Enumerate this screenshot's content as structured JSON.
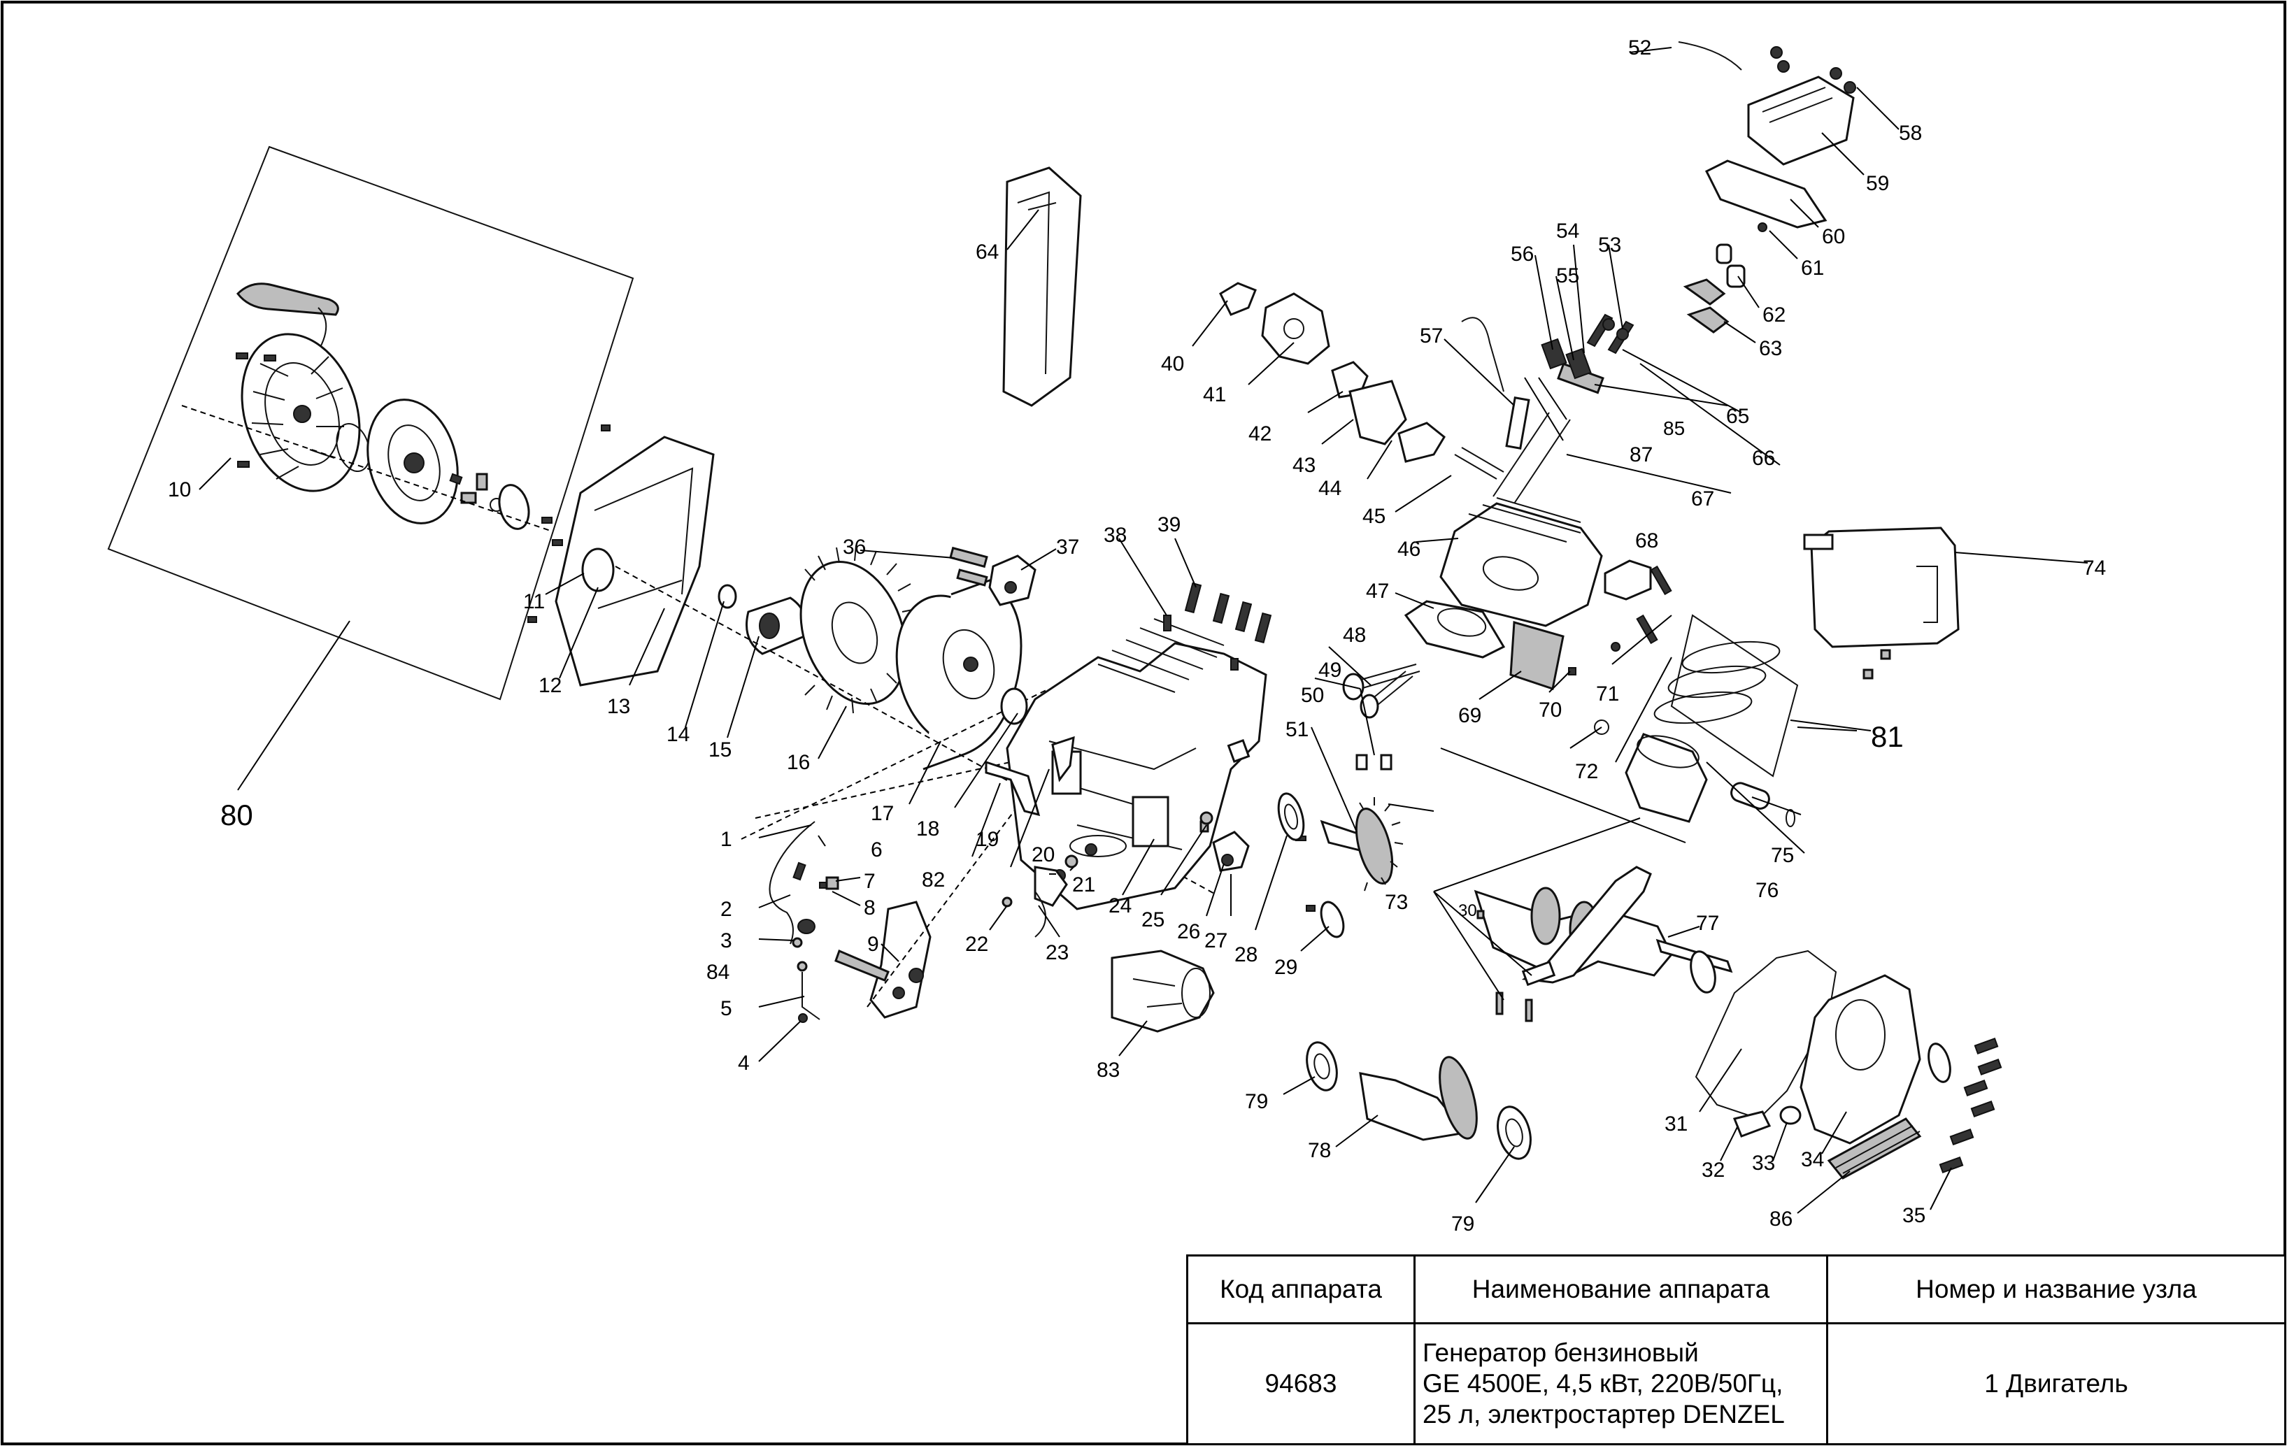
{
  "diagram": {
    "labels": [
      {
        "id": "1",
        "text": "1"
      },
      {
        "id": "2",
        "text": "2"
      },
      {
        "id": "3",
        "text": "3"
      },
      {
        "id": "4",
        "text": "4"
      },
      {
        "id": "5",
        "text": "5"
      },
      {
        "id": "6",
        "text": "6"
      },
      {
        "id": "7",
        "text": "7"
      },
      {
        "id": "8",
        "text": "8"
      },
      {
        "id": "9",
        "text": "9"
      },
      {
        "id": "10",
        "text": "10"
      },
      {
        "id": "11",
        "text": "11"
      },
      {
        "id": "12",
        "text": "12"
      },
      {
        "id": "13",
        "text": "13"
      },
      {
        "id": "14",
        "text": "14"
      },
      {
        "id": "15",
        "text": "15"
      },
      {
        "id": "16",
        "text": "16"
      },
      {
        "id": "17",
        "text": "17"
      },
      {
        "id": "18",
        "text": "18"
      },
      {
        "id": "19",
        "text": "19"
      },
      {
        "id": "20",
        "text": "20"
      },
      {
        "id": "21",
        "text": "21"
      },
      {
        "id": "22",
        "text": "22"
      },
      {
        "id": "23",
        "text": "23"
      },
      {
        "id": "24",
        "text": "24"
      },
      {
        "id": "25",
        "text": "25"
      },
      {
        "id": "26",
        "text": "26"
      },
      {
        "id": "27",
        "text": "27"
      },
      {
        "id": "28",
        "text": "28"
      },
      {
        "id": "29",
        "text": "29"
      },
      {
        "id": "30",
        "text": "30"
      },
      {
        "id": "31",
        "text": "31"
      },
      {
        "id": "32",
        "text": "32"
      },
      {
        "id": "33",
        "text": "33"
      },
      {
        "id": "34",
        "text": "34"
      },
      {
        "id": "35",
        "text": "35"
      },
      {
        "id": "36",
        "text": "36"
      },
      {
        "id": "37",
        "text": "37"
      },
      {
        "id": "38",
        "text": "38"
      },
      {
        "id": "39",
        "text": "39"
      },
      {
        "id": "40",
        "text": "40"
      },
      {
        "id": "41",
        "text": "41"
      },
      {
        "id": "42",
        "text": "42"
      },
      {
        "id": "43",
        "text": "43"
      },
      {
        "id": "44",
        "text": "44"
      },
      {
        "id": "45",
        "text": "45"
      },
      {
        "id": "46",
        "text": "46"
      },
      {
        "id": "47",
        "text": "47"
      },
      {
        "id": "48",
        "text": "48"
      },
      {
        "id": "49",
        "text": "49"
      },
      {
        "id": "50",
        "text": "50"
      },
      {
        "id": "51",
        "text": "51"
      },
      {
        "id": "52",
        "text": "52"
      },
      {
        "id": "53",
        "text": "53"
      },
      {
        "id": "54",
        "text": "54"
      },
      {
        "id": "55",
        "text": "55"
      },
      {
        "id": "56",
        "text": "56"
      },
      {
        "id": "57",
        "text": "57"
      },
      {
        "id": "58",
        "text": "58"
      },
      {
        "id": "59",
        "text": "59"
      },
      {
        "id": "60",
        "text": "60"
      },
      {
        "id": "61",
        "text": "61"
      },
      {
        "id": "62",
        "text": "62"
      },
      {
        "id": "63",
        "text": "63"
      },
      {
        "id": "64",
        "text": "64"
      },
      {
        "id": "65",
        "text": "65"
      },
      {
        "id": "66",
        "text": "66"
      },
      {
        "id": "67",
        "text": "67"
      },
      {
        "id": "68",
        "text": "68"
      },
      {
        "id": "69",
        "text": "69"
      },
      {
        "id": "70",
        "text": "70"
      },
      {
        "id": "71",
        "text": "71"
      },
      {
        "id": "72",
        "text": "72"
      },
      {
        "id": "73",
        "text": "73"
      },
      {
        "id": "74",
        "text": "74"
      },
      {
        "id": "75",
        "text": "75"
      },
      {
        "id": "76",
        "text": "76"
      },
      {
        "id": "77",
        "text": "77"
      },
      {
        "id": "78",
        "text": "78"
      },
      {
        "id": "79a",
        "text": "79"
      },
      {
        "id": "79b",
        "text": "79"
      },
      {
        "id": "80",
        "text": "80"
      },
      {
        "id": "81",
        "text": "81"
      },
      {
        "id": "82",
        "text": "82"
      },
      {
        "id": "83",
        "text": "83"
      },
      {
        "id": "84",
        "text": "84"
      },
      {
        "id": "85",
        "text": "85"
      },
      {
        "id": "86",
        "text": "86"
      },
      {
        "id": "87",
        "text": "87"
      }
    ]
  },
  "table": {
    "headers": [
      "Код аппарата",
      "Наименование аппарата",
      "Номер и название узла"
    ],
    "code": "94683",
    "name_lines": [
      "Генератор бензиновый",
      "GE 4500E, 4,5 кВт, 220В/50Гц,",
      "25 л, электростартер DENZEL"
    ],
    "assembly": "1 Двигатель"
  }
}
